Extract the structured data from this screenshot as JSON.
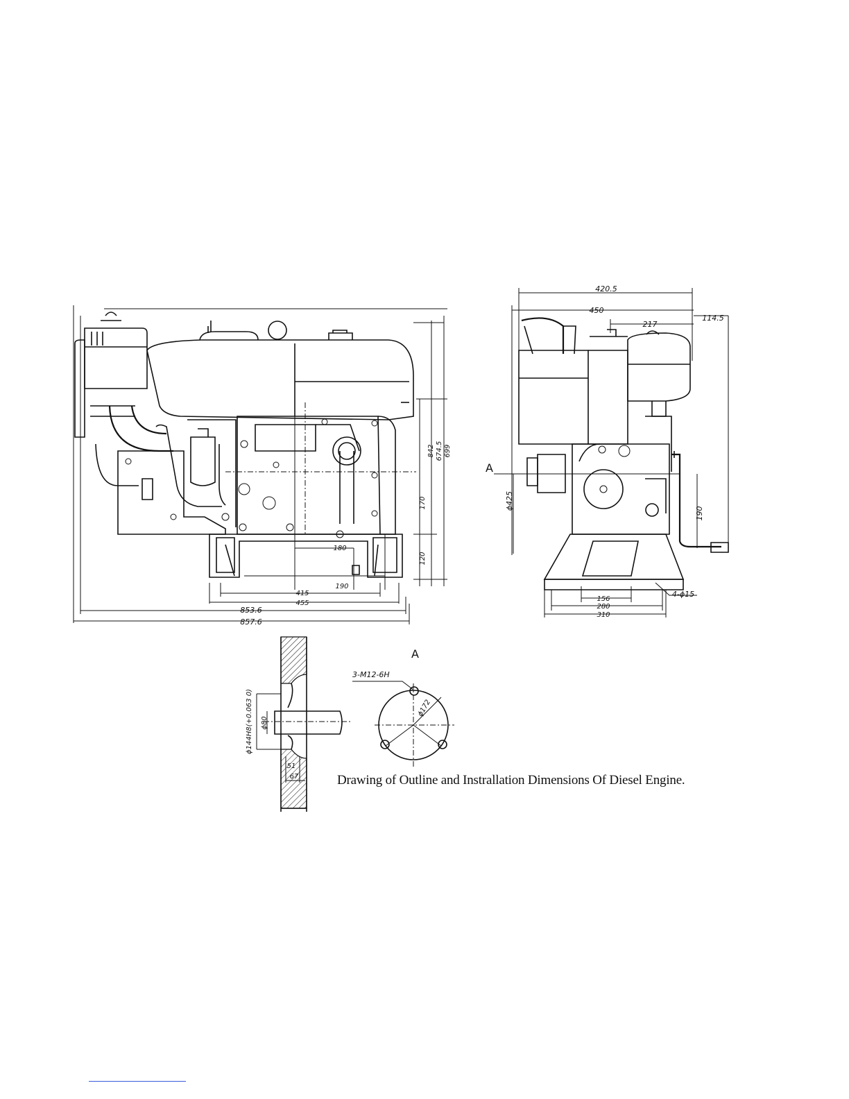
{
  "caption": "Drawing of Outline and Instrallation Dimensions Of Diesel Engine.",
  "side_view": {
    "dims": {
      "d842": "842",
      "d6745": "674.5",
      "d699": "699",
      "d170": "170",
      "d120": "120",
      "d180": "180",
      "d190": "190",
      "d415": "415",
      "d455": "455",
      "d8536": "853.6",
      "d8576": "857.6"
    }
  },
  "front_view": {
    "dims": {
      "d4205": "420.5",
      "d450": "450",
      "d217": "217",
      "d1145": "114.5",
      "d425": "ϕ425",
      "d190": "190",
      "d156": "156",
      "d280": "280",
      "d310": "310",
      "holes": "4-ϕ15"
    },
    "section_marker": "A"
  },
  "flywheel_section": {
    "dims": {
      "bore": "ϕ144H8(+0.063 0)",
      "shaft": "ϕ80",
      "d51": "51",
      "d67": "67"
    }
  },
  "view_a": {
    "title": "A",
    "thread": "3-M12-6H",
    "pcd": "ϕ172"
  }
}
